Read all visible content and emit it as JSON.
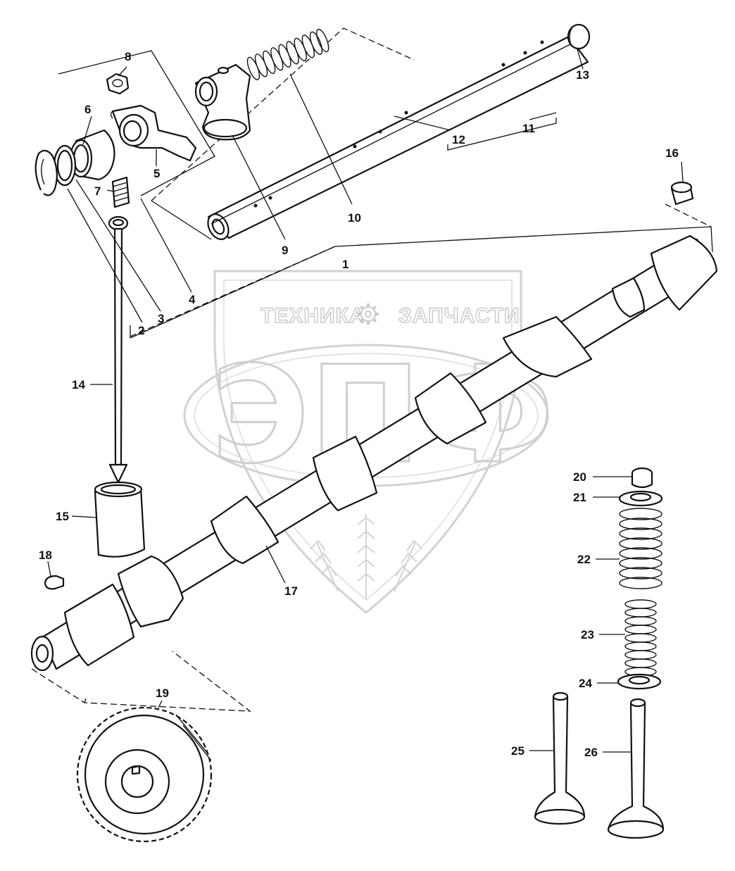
{
  "watermark": {
    "line_left": "ТЕХНИКА",
    "line_right": "ЗАПЧАСТИ",
    "logo_letters": "ЭПФ",
    "gear_icon": "gear-icon",
    "wheat_icon": "wheat-icon"
  },
  "colors": {
    "line": "#111111",
    "watermark": "#cfcfcf",
    "background": "#ffffff"
  },
  "callouts": {
    "c1": "1",
    "c2": "2",
    "c3": "3",
    "c4": "4",
    "c5": "5",
    "c6": "6",
    "c7": "7",
    "c8": "8",
    "c9": "9",
    "c10": "10",
    "c11": "11",
    "c12": "12",
    "c13": "13",
    "c14": "14",
    "c15": "15",
    "c16": "16",
    "c17": "17",
    "c18": "18",
    "c19": "19",
    "c20": "20",
    "c21": "21",
    "c22": "22",
    "c23": "23",
    "c24": "24",
    "c25": "25",
    "c26": "26"
  }
}
